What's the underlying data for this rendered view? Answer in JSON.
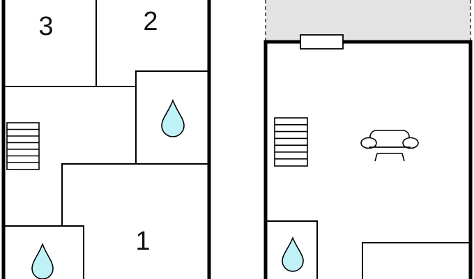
{
  "floor_plan": {
    "rooms": [
      {
        "id": "bedroom-3",
        "label": "3"
      },
      {
        "id": "bedroom-2",
        "label": "2"
      },
      {
        "id": "bedroom-1",
        "label": "1"
      }
    ],
    "icons": [
      {
        "name": "water-drop-icon",
        "meaning": "bathroom"
      },
      {
        "name": "stairs-icon",
        "meaning": "staircase"
      },
      {
        "name": "sofa-icon",
        "meaning": "living room"
      }
    ],
    "colors": {
      "wall": "#000000",
      "water_drop": "#bff2f7",
      "terrace": "#e3e3e3",
      "background": "#ffffff"
    }
  }
}
